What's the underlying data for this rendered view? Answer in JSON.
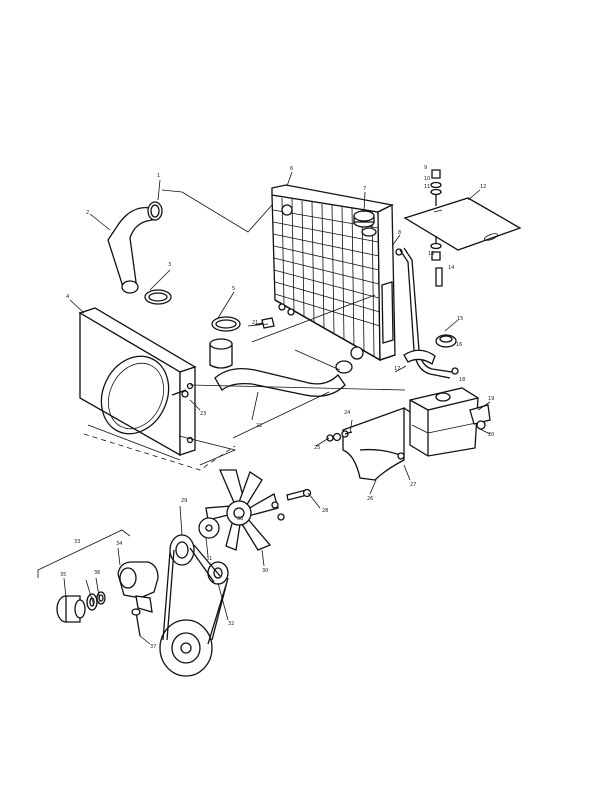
{
  "figure": {
    "callouts": [
      "1",
      "2",
      "3",
      "4",
      "5",
      "6",
      "7",
      "8",
      "9",
      "10",
      "11",
      "12",
      "13",
      "14",
      "15",
      "16",
      "17",
      "18",
      "19",
      "20",
      "21",
      "22",
      "23",
      "24",
      "25",
      "26",
      "27",
      "28",
      "29",
      "30",
      "31",
      "32",
      "33",
      "34",
      "35",
      "36",
      "37",
      "38"
    ]
  }
}
